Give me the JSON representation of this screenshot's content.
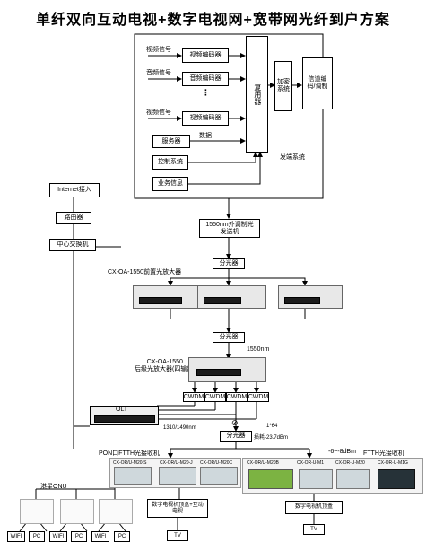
{
  "title": "单纤双向互动电视+数字电视网+宽带网光纤到户方案",
  "headend": {
    "inputs": [
      {
        "signal": "视频信号",
        "encoder": "视频编码器"
      },
      {
        "signal": "音频信号",
        "encoder": "音频编码器"
      },
      {
        "signal": "视频信号",
        "encoder": "视频编码器"
      }
    ],
    "dots": "⋮",
    "server": "服务器",
    "data_label": "数据",
    "control": "控制系统",
    "business": "业务信息",
    "mux": "复用器",
    "encrypt": "加密系统",
    "channel": "信道编码/调制",
    "system_label": "发端系统"
  },
  "internet": "Internet接入",
  "router": "路由器",
  "core_switch": "中心交换机",
  "transmitter": "1550nm外调制光发送机",
  "splitter": "分光器",
  "pre_amp_label": "CX-OA-1550前置光放大器",
  "post_amp_label": "CX-OA-1550\n后级光放大器(四输出)",
  "wavelength_1550": "1550nm",
  "cwdm": "CWDM",
  "olt": "OLT",
  "wavelength_1310": "1310/1490nm",
  "split_ratio": "1*64",
  "loss": "损耗-23.7dBm",
  "pon_label": "PON口FTTH光接收机",
  "ftth_label": "FTTH光接收机",
  "rx_level": "-6~-8dBm",
  "pon_receivers": [
    "CX-OR/U-M20-S",
    "CX-OR/U-M20-J",
    "CX-OR/U-M20C"
  ],
  "ftth_receivers": [
    "CX-OR/U-M20B",
    "CX-OR-U-M1",
    "CX-OR-U-M20",
    "CX-OR-U-M1G"
  ],
  "onu": "港星ONU",
  "wifi": "WIFI",
  "pc": "PC",
  "stb_interactive": "数字电视机顶盒+互动电视",
  "stb": "数字电视机顶盒",
  "tv": "TV"
}
